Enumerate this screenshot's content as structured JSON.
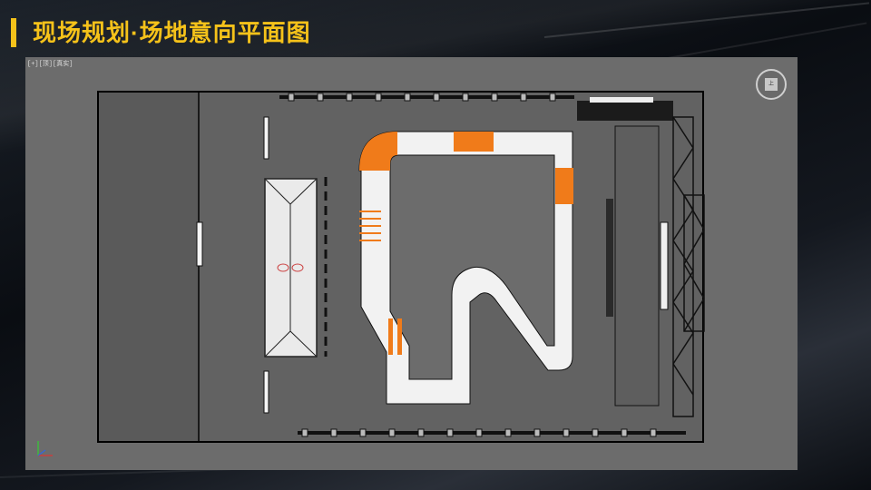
{
  "slide": {
    "title": "现场规划·场地意向平面图",
    "accent_color": "#f5c21a"
  },
  "viewport": {
    "label": "[+][顶][真实]",
    "background_color": "#6c6c6c",
    "viewcube_label": "上"
  },
  "track": {
    "surface_color": "#f2f2f2",
    "marker_color": "#f07b1a"
  },
  "icons": [
    "viewcube-icon",
    "axis-gizmo-icon"
  ]
}
